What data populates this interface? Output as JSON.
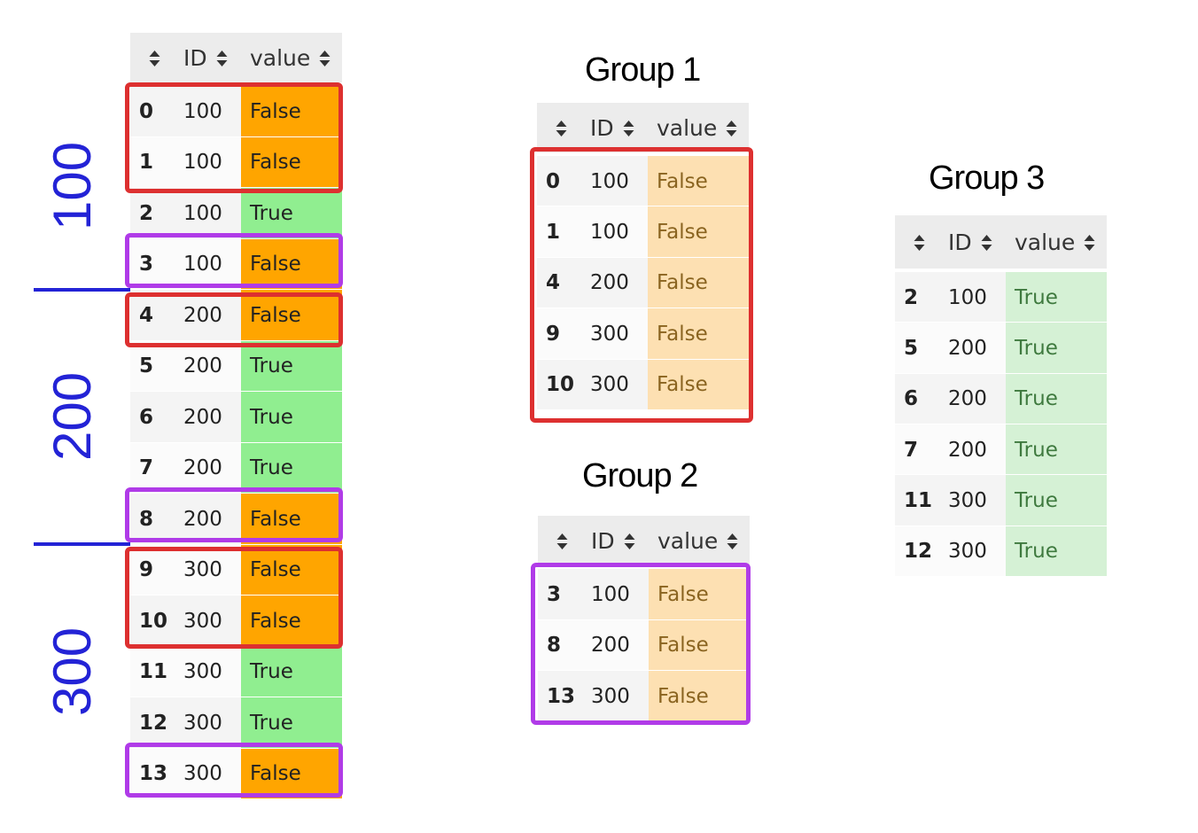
{
  "colors": {
    "orange_strong": "#ffa500",
    "green_strong": "#90ee90",
    "orange_light": "#fde0b2",
    "green_light": "#d5f1d5",
    "red_box": "#dd3030",
    "purple_box": "#b03be8",
    "blue": "#2323d6"
  },
  "columns": {
    "id": "ID",
    "value": "value"
  },
  "main_table": {
    "rows": [
      {
        "idx": "0",
        "id": "100",
        "value": "False"
      },
      {
        "idx": "1",
        "id": "100",
        "value": "False"
      },
      {
        "idx": "2",
        "id": "100",
        "value": "True"
      },
      {
        "idx": "3",
        "id": "100",
        "value": "False"
      },
      {
        "idx": "4",
        "id": "200",
        "value": "False"
      },
      {
        "idx": "5",
        "id": "200",
        "value": "True"
      },
      {
        "idx": "6",
        "id": "200",
        "value": "True"
      },
      {
        "idx": "7",
        "id": "200",
        "value": "True"
      },
      {
        "idx": "8",
        "id": "200",
        "value": "False"
      },
      {
        "idx": "9",
        "id": "300",
        "value": "False"
      },
      {
        "idx": "10",
        "id": "300",
        "value": "False"
      },
      {
        "idx": "11",
        "id": "300",
        "value": "True"
      },
      {
        "idx": "12",
        "id": "300",
        "value": "True"
      },
      {
        "idx": "13",
        "id": "300",
        "value": "False"
      }
    ],
    "id_groups": [
      "100",
      "200",
      "300"
    ]
  },
  "group1": {
    "title": "Group 1",
    "rows": [
      {
        "idx": "0",
        "id": "100",
        "value": "False"
      },
      {
        "idx": "1",
        "id": "100",
        "value": "False"
      },
      {
        "idx": "4",
        "id": "200",
        "value": "False"
      },
      {
        "idx": "9",
        "id": "300",
        "value": "False"
      },
      {
        "idx": "10",
        "id": "300",
        "value": "False"
      }
    ]
  },
  "group2": {
    "title": "Group 2",
    "rows": [
      {
        "idx": "3",
        "id": "100",
        "value": "False"
      },
      {
        "idx": "8",
        "id": "200",
        "value": "False"
      },
      {
        "idx": "13",
        "id": "300",
        "value": "False"
      }
    ]
  },
  "group3": {
    "title": "Group 3",
    "rows": [
      {
        "idx": "2",
        "id": "100",
        "value": "True"
      },
      {
        "idx": "5",
        "id": "200",
        "value": "True"
      },
      {
        "idx": "6",
        "id": "200",
        "value": "True"
      },
      {
        "idx": "7",
        "id": "200",
        "value": "True"
      },
      {
        "idx": "11",
        "id": "300",
        "value": "True"
      },
      {
        "idx": "12",
        "id": "300",
        "value": "True"
      }
    ]
  }
}
